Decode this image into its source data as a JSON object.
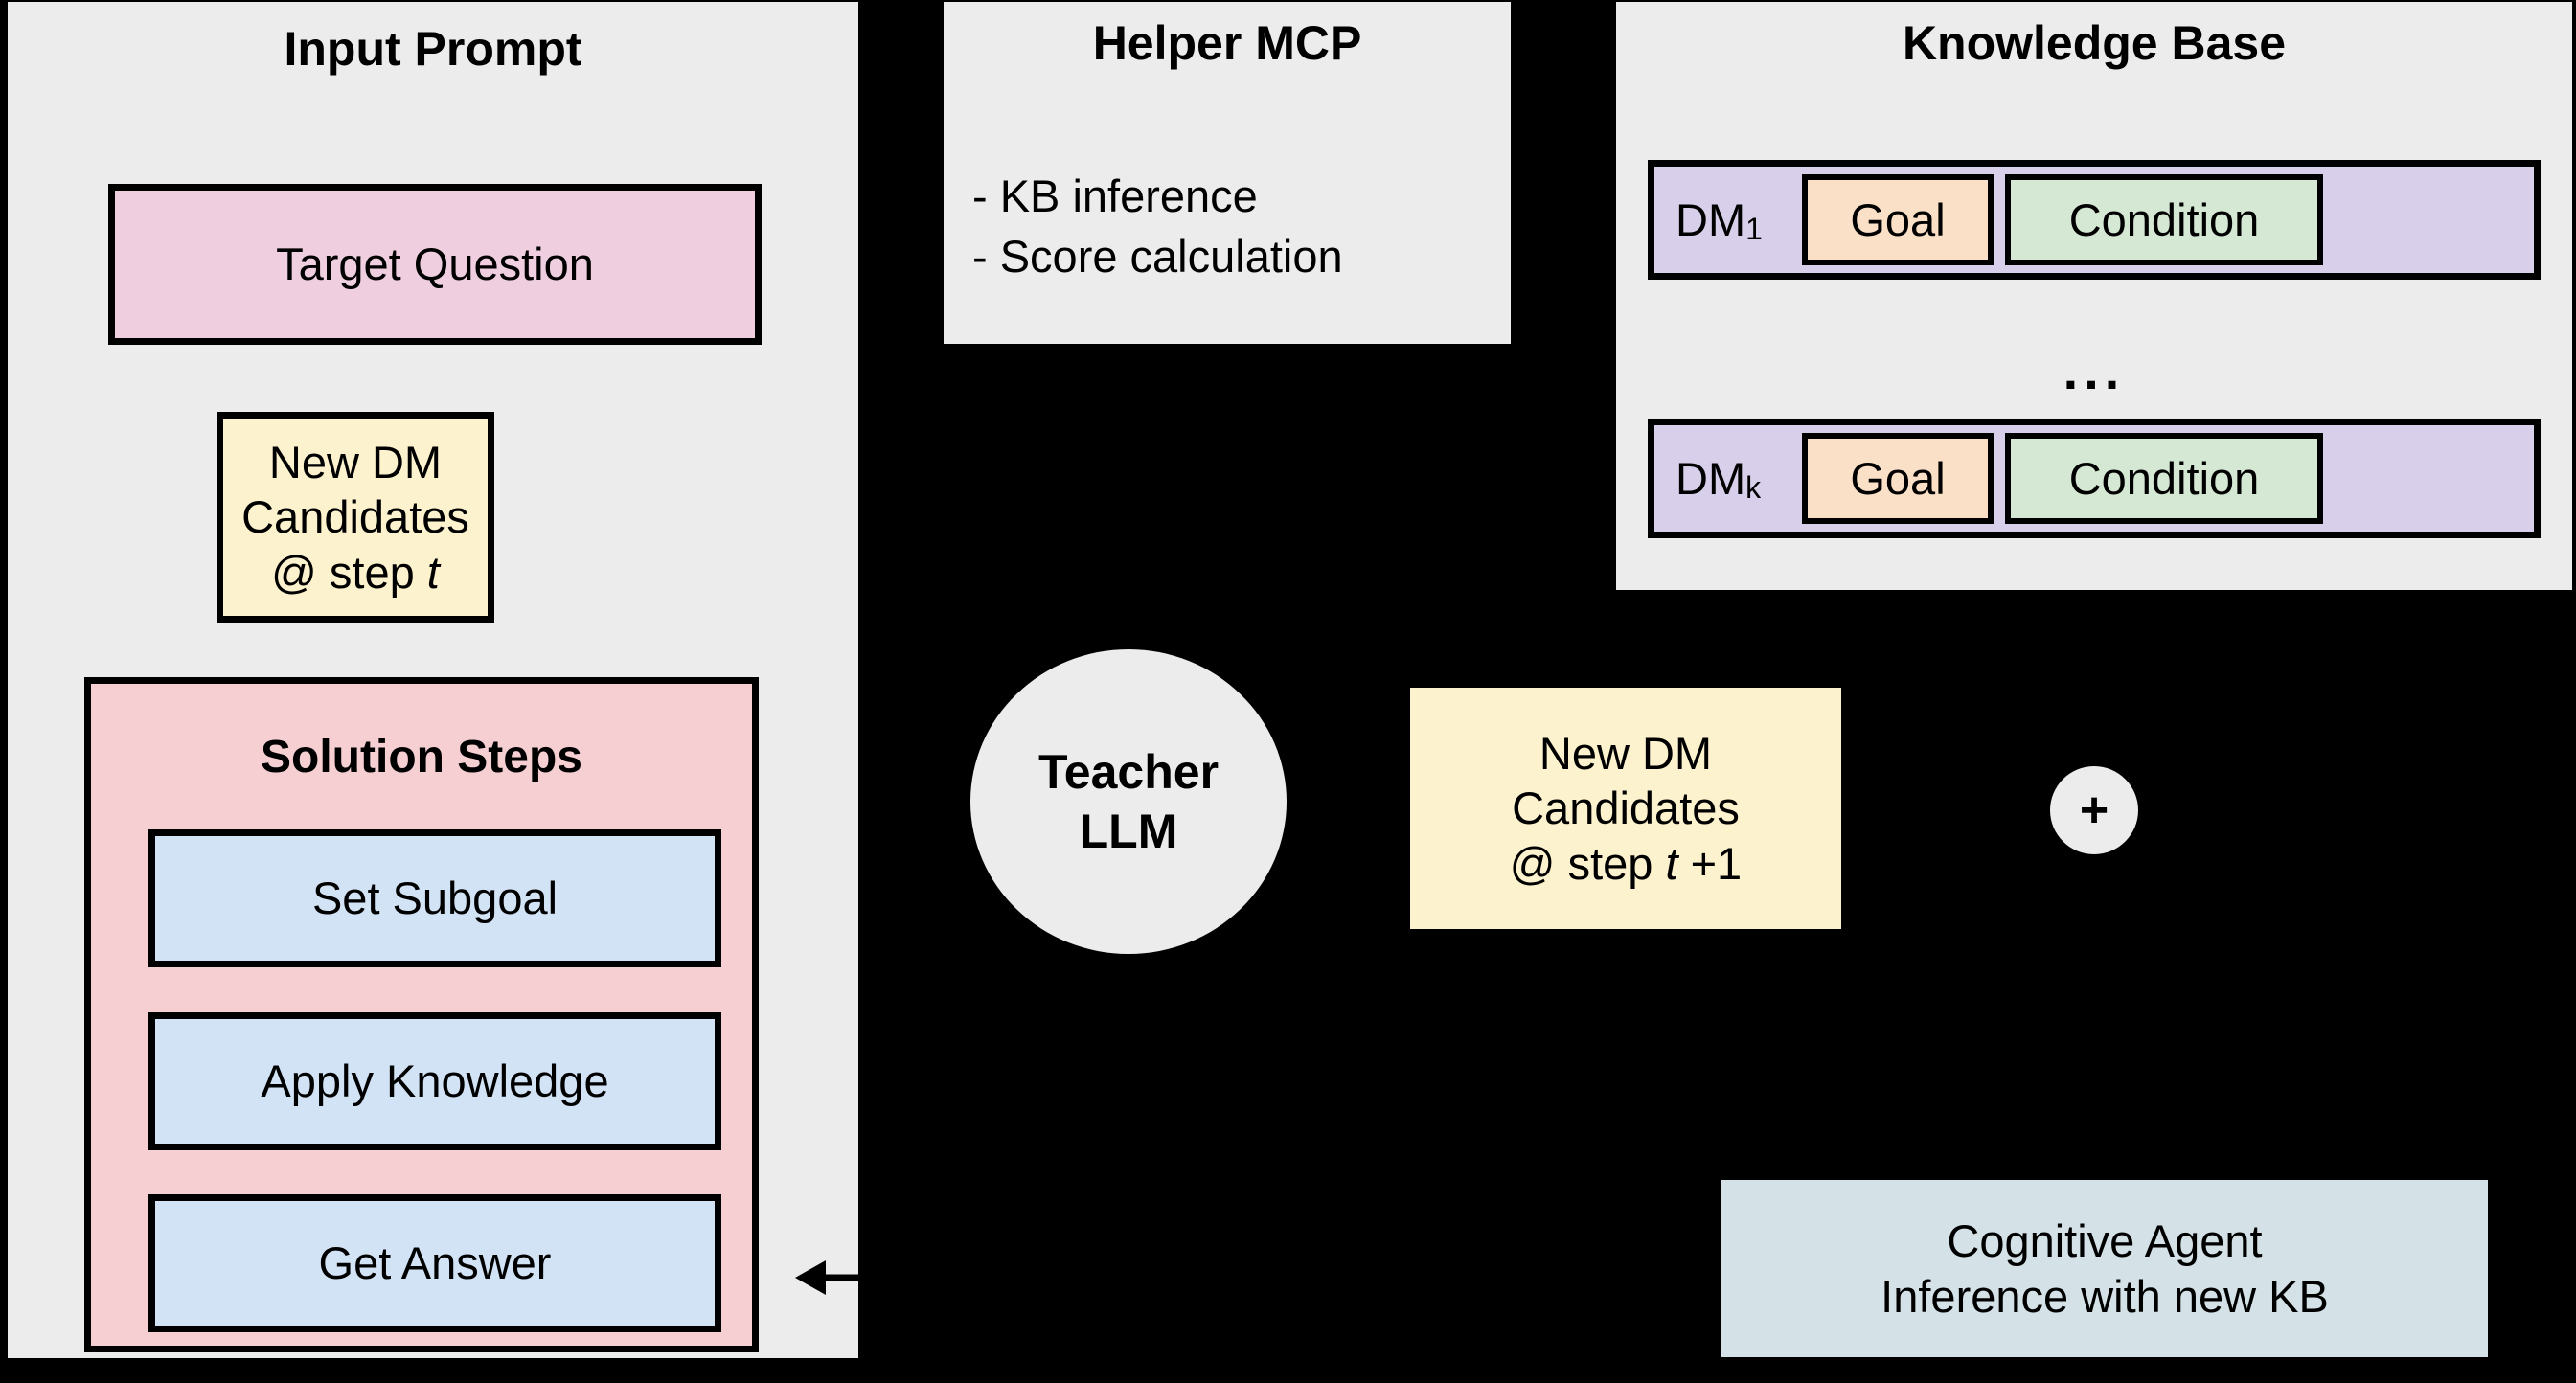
{
  "input_prompt": {
    "title": "Input Prompt",
    "target_question": "Target Question",
    "new_dm_candidates": {
      "line1": "New DM",
      "line2": "Candidates",
      "line3_prefix": "@ step ",
      "line3_var": "t",
      "line3_suffix": ""
    },
    "solution_steps": {
      "title": "Solution Steps",
      "steps": [
        {
          "label": "Set Subgoal"
        },
        {
          "label": "Apply Knowledge"
        },
        {
          "label": "Get Answer"
        }
      ]
    }
  },
  "helper_mcp": {
    "title": "Helper MCP",
    "items": [
      "- KB inference",
      "- Score calculation"
    ]
  },
  "knowledge_base": {
    "title": "Knowledge Base",
    "ellipsis": "...",
    "rows": [
      {
        "dm_prefix": "DM",
        "dm_sub": "1",
        "goal": "Goal",
        "condition": "Condition"
      },
      {
        "dm_prefix": "DM",
        "dm_sub": "k",
        "goal": "Goal",
        "condition": "Condition"
      }
    ]
  },
  "teacher_llm": {
    "line1": "Teacher",
    "line2": "LLM"
  },
  "new_dm_candidates_next": {
    "line1": "New DM",
    "line2": "Candidates",
    "line3_prefix": "@ step ",
    "line3_var": "t",
    "line3_suffix": " +1"
  },
  "plus_node": {
    "label": "+"
  },
  "cognitive_agent": {
    "line1": "Cognitive Agent",
    "line2": "Inference with new KB"
  },
  "colors": {
    "background": "#000000",
    "panel": "#ECECEC",
    "target_question": "#EFCFDF",
    "dm_candidates": "#FDF2CE",
    "solution_steps": "#F6CFD2",
    "step": "#D2E3F5",
    "dm_row": "#D8CFEA",
    "goal": "#FBE0C8",
    "condition": "#D5E8D4",
    "cognitive_agent": "#D4E1E6",
    "stroke": "#000000"
  }
}
